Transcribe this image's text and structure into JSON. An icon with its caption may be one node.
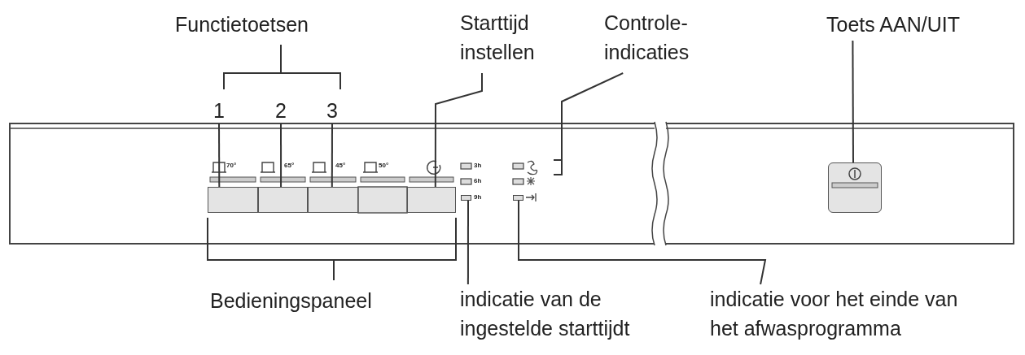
{
  "diagram": {
    "nodes": [
      {
        "text": [
          "1"
        ]
      },
      {
        "text": [
          "2"
        ]
      },
      {
        "text": [
          "3"
        ]
      },
      {
        "text": [],
        "shape": "box"
      },
      {
        "text": [],
        "shape": "box"
      },
      {
        "text": [],
        "shape": "box"
      },
      {
        "text": [
          "Starttijd instellen"
        ]
      },
      {
        "text": [],
        "shape": "box"
      },
      {
        "text": [
          "Controle-indicaties"
        ]
      },
      {
        "text": [
          "Toets AAN/UIT"
        ]
      },
      {
        "text": [],
        "shape": "box"
      },
      {
        "text": [
          "indicatie van de ingestelde starttijdt"
        ]
      },
      {
        "text": [],
        "shape": "box"
      },
      {
        "text": [
          "indicatie voor het einde van het afwasprogramma"
        ]
      },
      {
        "text": [],
        "shape": "box"
      }
    ],
    "edges": [
      {
        "from": 0,
        "to": 3,
        "arrow": "none"
      },
      {
        "from": 1,
        "to": 4,
        "arrow": "none"
      },
      {
        "from": 2,
        "to": 5,
        "arrow": "none"
      },
      {
        "from": 6,
        "to": 7,
        "arrow": "none"
      },
      {
        "from": 8,
        "to": null,
        "arrow": "none"
      },
      {
        "from": 9,
        "to": 10,
        "arrow": "none"
      },
      {
        "from": 11,
        "to": 12,
        "arrow": "none"
      },
      {
        "from": 13,
        "to": 14,
        "arrow": "none"
      }
    ],
    "labels": [
      "Functietoetsen",
      "70°",
      "65°",
      "45°",
      "50°",
      "3h",
      "6h",
      "9h",
      "Bedieningspaneel"
    ]
  }
}
